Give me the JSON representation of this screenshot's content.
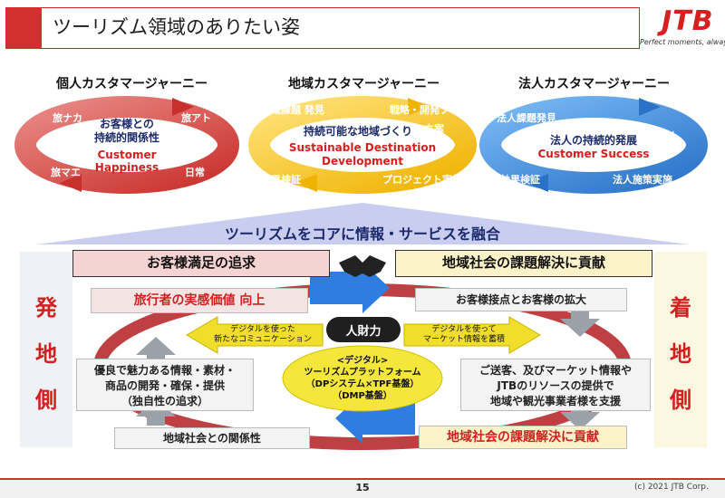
{
  "header": {
    "title": "ツーリズム領域のありたい姿",
    "logo": "JTB",
    "tagline": "Perfect moments, always"
  },
  "journeys": [
    {
      "title": "個人カスタマージャーニー",
      "labels": [
        "旅ナカ",
        "旅アト",
        "旅マエ",
        "日常"
      ],
      "center_jp": [
        "お客様との",
        "持続的関係性"
      ],
      "center_en": [
        "Customer",
        "Happiness"
      ]
    },
    {
      "title": "地域カスタマージャーニー",
      "labels": [
        "地域課題 発見",
        "戦略・開発プラン",
        "立案",
        "効果検証",
        "プロジェクト実施"
      ],
      "center_jp": [
        "持続可能な地域づくり"
      ],
      "center_en": [
        "Sustainable Destination",
        "Development"
      ]
    },
    {
      "title": "法人カスタマージャーニー",
      "labels": [
        "法人課題発見",
        "施策設計",
        "効果検証",
        "法人施策実施"
      ],
      "center_jp": [
        "法人の持続的発展"
      ],
      "center_en": [
        "Customer Success"
      ]
    }
  ],
  "main": {
    "fusion_banner": "ツーリズムをコアに情報・サービスを融合",
    "left_side": [
      "発",
      "地",
      "側"
    ],
    "right_side": [
      "着",
      "地",
      "側"
    ],
    "left_header": "お客様満足の追求",
    "right_header": "地域社会の課題解決に貢献",
    "traveler_value": "旅行者の実感価値 向上",
    "products": [
      "優良で魅力ある情報・素材・",
      "商品の開発・確保・提供",
      "（独自性の追求）"
    ],
    "community_relation": "地域社会との関係性",
    "customer_contact": "お客様接点とお客様の拡大",
    "support": [
      "ご送客、及びマーケット情報や",
      "JTBのリソースの提供で",
      "地域や観光事業者様を支援"
    ],
    "community_solution": "地域社会の課題解決に貢献",
    "left_arrow": [
      "デジタルを使った",
      "新たなコミュニケーション"
    ],
    "right_arrow": [
      "デジタルを使って",
      "マーケット情報を蓄積"
    ],
    "human_resources": "人財力",
    "digital": [
      "<デジタル>",
      "ツーリズムプラットフォーム",
      "（DPシステム×TPF基盤）",
      "（DMP基盤）"
    ]
  },
  "footer": {
    "page": "15",
    "copyright": "(c) 2021 JTB Corp."
  },
  "colors": {
    "brand_red": "#d23030",
    "title_navy": "#1a2a6a",
    "cycle_red": "#d9534f",
    "cycle_yellow": "#f3c316",
    "cycle_blue": "#3d8fe0"
  }
}
